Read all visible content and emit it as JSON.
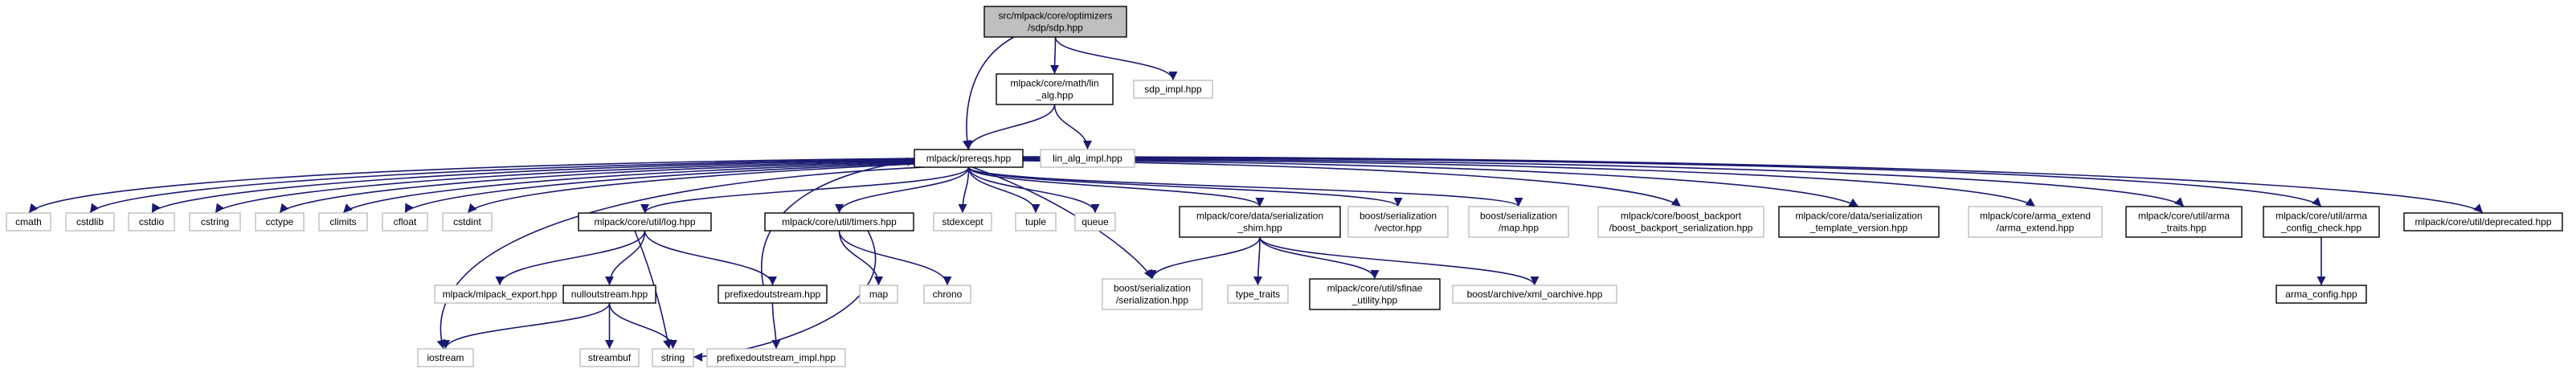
{
  "colors": {
    "edge": "#191970",
    "root_fill": "#bfbfbf",
    "root_border": "#000000",
    "documented_border": "#000000",
    "external_border": "#bfbfbf",
    "node_fill": "#ffffff"
  },
  "nodes": [
    {
      "id": "sdp",
      "lines": [
        "src/mlpack/core/optimizers",
        "/sdp/sdp.hpp"
      ],
      "kind": "root"
    },
    {
      "id": "lin_alg",
      "lines": [
        "mlpack/core/math/lin",
        "_alg.hpp"
      ],
      "kind": "documented"
    },
    {
      "id": "sdp_impl",
      "lines": [
        "sdp_impl.hpp"
      ],
      "kind": "external"
    },
    {
      "id": "prereqs",
      "lines": [
        "mlpack/prereqs.hpp"
      ],
      "kind": "documented"
    },
    {
      "id": "lin_alg_impl",
      "lines": [
        "lin_alg_impl.hpp"
      ],
      "kind": "external"
    },
    {
      "id": "cmath",
      "lines": [
        "cmath"
      ],
      "kind": "external"
    },
    {
      "id": "cstdlib",
      "lines": [
        "cstdlib"
      ],
      "kind": "external"
    },
    {
      "id": "cstdio",
      "lines": [
        "cstdio"
      ],
      "kind": "external"
    },
    {
      "id": "cstring",
      "lines": [
        "cstring"
      ],
      "kind": "external"
    },
    {
      "id": "cctype",
      "lines": [
        "cctype"
      ],
      "kind": "external"
    },
    {
      "id": "climits",
      "lines": [
        "climits"
      ],
      "kind": "external"
    },
    {
      "id": "cfloat",
      "lines": [
        "cfloat"
      ],
      "kind": "external"
    },
    {
      "id": "cstdint",
      "lines": [
        "cstdint"
      ],
      "kind": "external"
    },
    {
      "id": "log",
      "lines": [
        "mlpack/core/util/log.hpp"
      ],
      "kind": "documented"
    },
    {
      "id": "timers",
      "lines": [
        "mlpack/core/util/timers.hpp"
      ],
      "kind": "documented"
    },
    {
      "id": "stdexcept",
      "lines": [
        "stdexcept"
      ],
      "kind": "external"
    },
    {
      "id": "tuple",
      "lines": [
        "tuple"
      ],
      "kind": "external"
    },
    {
      "id": "queue",
      "lines": [
        "queue"
      ],
      "kind": "external"
    },
    {
      "id": "shim",
      "lines": [
        "mlpack/core/data/serialization",
        "_shim.hpp"
      ],
      "kind": "documented"
    },
    {
      "id": "bs_vector",
      "lines": [
        "boost/serialization",
        "/vector.hpp"
      ],
      "kind": "external"
    },
    {
      "id": "bs_map",
      "lines": [
        "boost/serialization",
        "/map.hpp"
      ],
      "kind": "external"
    },
    {
      "id": "backport",
      "lines": [
        "mlpack/core/boost_backport",
        "/boost_backport_serialization.hpp"
      ],
      "kind": "external"
    },
    {
      "id": "tmpl_version",
      "lines": [
        "mlpack/core/data/serialization",
        "_template_version.hpp"
      ],
      "kind": "documented"
    },
    {
      "id": "arma_extend",
      "lines": [
        "mlpack/core/arma_extend",
        "/arma_extend.hpp"
      ],
      "kind": "external"
    },
    {
      "id": "arma_traits",
      "lines": [
        "mlpack/core/util/arma",
        "_traits.hpp"
      ],
      "kind": "documented"
    },
    {
      "id": "arma_cfg_check",
      "lines": [
        "mlpack/core/util/arma",
        "_config_check.hpp"
      ],
      "kind": "documented"
    },
    {
      "id": "deprecated",
      "lines": [
        "mlpack/core/util/deprecated.hpp"
      ],
      "kind": "documented"
    },
    {
      "id": "mlpack_export",
      "lines": [
        "mlpack/mlpack_export.hpp"
      ],
      "kind": "external"
    },
    {
      "id": "nullout",
      "lines": [
        "nulloutstream.hpp"
      ],
      "kind": "documented"
    },
    {
      "id": "prefixed",
      "lines": [
        "prefixedoutstream.hpp"
      ],
      "kind": "documented"
    },
    {
      "id": "iostream",
      "lines": [
        "iostream"
      ],
      "kind": "external"
    },
    {
      "id": "streambuf",
      "lines": [
        "streambuf"
      ],
      "kind": "external"
    },
    {
      "id": "string",
      "lines": [
        "string"
      ],
      "kind": "external"
    },
    {
      "id": "prefixed_impl",
      "lines": [
        "prefixedoutstream_impl.hpp"
      ],
      "kind": "external"
    },
    {
      "id": "map",
      "lines": [
        "map"
      ],
      "kind": "external"
    },
    {
      "id": "chrono",
      "lines": [
        "chrono"
      ],
      "kind": "external"
    },
    {
      "id": "bs_serialization",
      "lines": [
        "boost/serialization",
        "/serialization.hpp"
      ],
      "kind": "external"
    },
    {
      "id": "type_traits",
      "lines": [
        "type_traits"
      ],
      "kind": "external"
    },
    {
      "id": "sfinae",
      "lines": [
        "mlpack/core/util/sfinae",
        "_utility.hpp"
      ],
      "kind": "documented"
    },
    {
      "id": "xml_oarchive",
      "lines": [
        "boost/archive/xml_oarchive.hpp"
      ],
      "kind": "external"
    },
    {
      "id": "arma_config",
      "lines": [
        "arma_config.hpp"
      ],
      "kind": "documented"
    }
  ],
  "edges": [
    [
      "sdp",
      "lin_alg"
    ],
    [
      "sdp",
      "sdp_impl"
    ],
    [
      "sdp",
      "prereqs"
    ],
    [
      "lin_alg",
      "prereqs"
    ],
    [
      "lin_alg",
      "lin_alg_impl"
    ],
    [
      "prereqs",
      "cmath"
    ],
    [
      "prereqs",
      "cstdlib"
    ],
    [
      "prereqs",
      "cstdio"
    ],
    [
      "prereqs",
      "cstring"
    ],
    [
      "prereqs",
      "cctype"
    ],
    [
      "prereqs",
      "climits"
    ],
    [
      "prereqs",
      "cfloat"
    ],
    [
      "prereqs",
      "cstdint"
    ],
    [
      "prereqs",
      "iostream"
    ],
    [
      "prereqs",
      "log"
    ],
    [
      "prereqs",
      "timers"
    ],
    [
      "prereqs",
      "stdexcept"
    ],
    [
      "prereqs",
      "tuple"
    ],
    [
      "prereqs",
      "queue"
    ],
    [
      "prereqs",
      "bs_serialization"
    ],
    [
      "prereqs",
      "shim"
    ],
    [
      "prereqs",
      "bs_vector"
    ],
    [
      "prereqs",
      "bs_map"
    ],
    [
      "prereqs",
      "backport"
    ],
    [
      "prereqs",
      "tmpl_version"
    ],
    [
      "prereqs",
      "arma_extend"
    ],
    [
      "prereqs",
      "arma_traits"
    ],
    [
      "prereqs",
      "arma_cfg_check"
    ],
    [
      "prereqs",
      "deprecated"
    ],
    [
      "log",
      "mlpack_export"
    ],
    [
      "log",
      "nullout"
    ],
    [
      "log",
      "prefixed"
    ],
    [
      "log",
      "string"
    ],
    [
      "nullout",
      "iostream"
    ],
    [
      "nullout",
      "streambuf"
    ],
    [
      "nullout",
      "string"
    ],
    [
      "prefixed",
      "prereqs"
    ],
    [
      "prefixed",
      "prefixed_impl"
    ],
    [
      "timers",
      "map"
    ],
    [
      "timers",
      "chrono"
    ],
    [
      "timers",
      "string"
    ],
    [
      "shim",
      "bs_serialization"
    ],
    [
      "shim",
      "type_traits"
    ],
    [
      "shim",
      "sfinae"
    ],
    [
      "shim",
      "xml_oarchive"
    ],
    [
      "arma_cfg_check",
      "arma_config"
    ]
  ]
}
